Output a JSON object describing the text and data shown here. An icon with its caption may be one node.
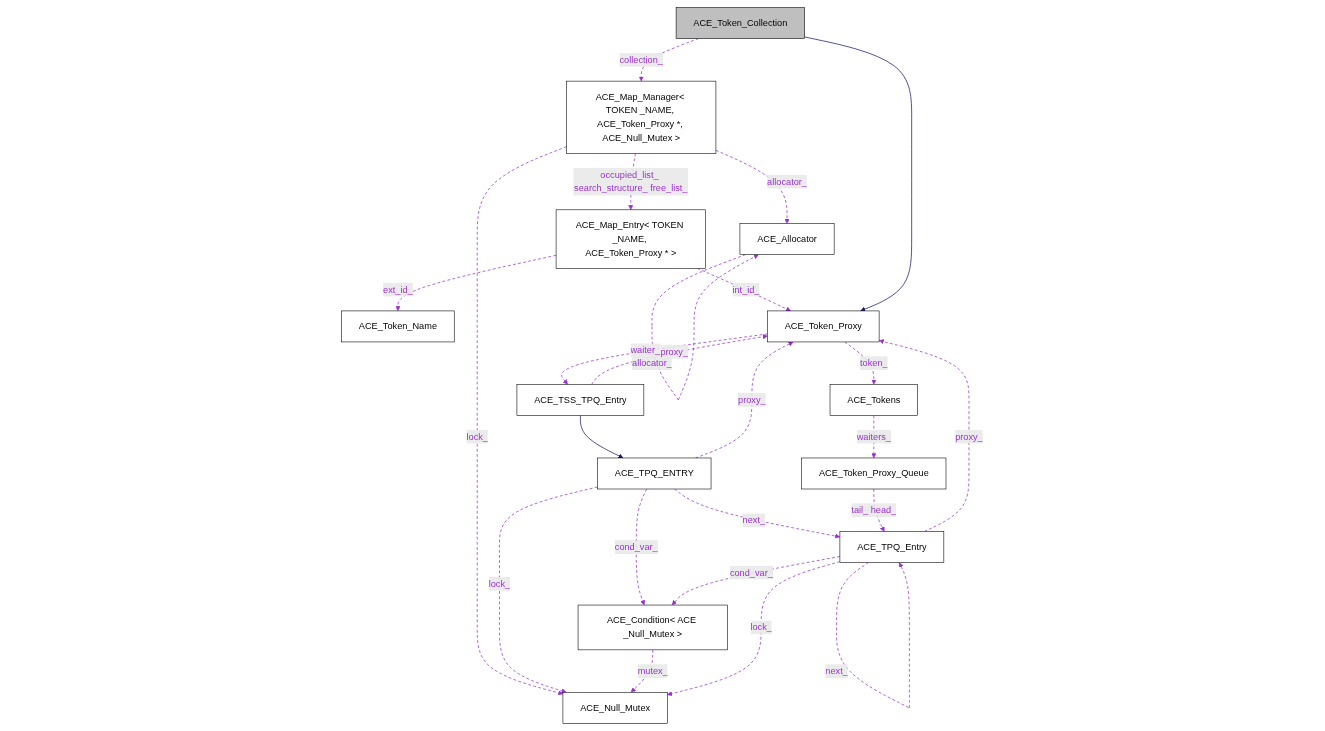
{
  "diagram": {
    "nodes": [
      {
        "text": [
          "ACE_Token_Name"
        ]
      },
      {
        "text": [
          "ACE_Map_Entry< TOKEN _NAME, ACE_Token_Proxy * >"
        ]
      },
      {
        "text": [
          "ACE_Allocator"
        ]
      },
      {
        "text": [
          "ACE_Map_Manager< TOKEN _NAME, ACE_Token_Proxy *, ACE_Null_Mutex >"
        ]
      },
      {
        "text": [
          "ACE_Token_Collection"
        ]
      },
      {
        "text": [
          "ACE_Token_Proxy"
        ]
      },
      {
        "text": [
          "ACE_TSS_TPQ_Entry"
        ]
      },
      {
        "text": [
          "ACE_Tokens"
        ]
      },
      {
        "text": [
          "ACE_Null_Mutex"
        ]
      },
      {
        "text": [
          "ACE_TPQ_ENTRY"
        ]
      },
      {
        "text": [
          "ACE_Condition< ACE _Null_Mutex >"
        ]
      },
      {
        "text": [
          "ACE_Token_Proxy_Queue"
        ]
      },
      {
        "text": [
          "ACE_TPQ_Entry"
        ]
      }
    ],
    "edges": [
      {
        "from": 3,
        "to": 8,
        "arrow": "to",
        "label": "lock_",
        "style": "dashed"
      },
      {
        "from": 1,
        "to": 0,
        "arrow": "to",
        "label": "ext_id_",
        "style": "dashed"
      },
      {
        "from": 3,
        "to": 1,
        "arrow": "to",
        "label": "occupied_list_ search_structure_ free_list_",
        "style": "dashed"
      },
      {
        "from": 1,
        "to": 5,
        "arrow": "to",
        "label": "int_id_",
        "style": "dashed"
      },
      {
        "from": 2,
        "to": 2,
        "arrow": "to",
        "label": "allocator_",
        "style": "dashed"
      },
      {
        "from": 3,
        "to": 2,
        "arrow": "to",
        "label": "allocator_",
        "style": "dashed"
      },
      {
        "from": 4,
        "to": 3,
        "arrow": "to",
        "label": "collection_",
        "style": "dashed"
      },
      {
        "from": 4,
        "to": 5,
        "arrow": "to",
        "color": "#191970"
      },
      {
        "from": 6,
        "to": 5,
        "arrow": "to",
        "label": "proxy_",
        "style": "dashed"
      },
      {
        "from": 5,
        "to": 6,
        "arrow": "to",
        "label": "waiter_",
        "style": "dashed"
      },
      {
        "from": 6,
        "to": 9,
        "arrow": "to",
        "color": "#191970"
      },
      {
        "from": 5,
        "to": 7,
        "arrow": "to",
        "label": "token_",
        "style": "dashed"
      },
      {
        "from": 9,
        "to": 5,
        "arrow": "to",
        "label": "proxy_",
        "style": "dashed"
      },
      {
        "from": 9,
        "to": 8,
        "arrow": "to",
        "label": "lock_",
        "style": "dashed"
      },
      {
        "from": 9,
        "to": 10,
        "arrow": "to",
        "label": "cond_var_",
        "style": "dashed"
      },
      {
        "from": 9,
        "to": 12,
        "arrow": "to",
        "label": "next_",
        "style": "dashed"
      },
      {
        "from": 10,
        "to": 8,
        "arrow": "to",
        "label": "mutex_",
        "style": "dashed"
      },
      {
        "from": 12,
        "to": 8,
        "arrow": "to",
        "label": "lock_",
        "style": "dashed"
      },
      {
        "from": 12,
        "to": 10,
        "arrow": "to",
        "label": "cond_var_",
        "style": "dashed"
      },
      {
        "from": 12,
        "to": 5,
        "arrow": "to",
        "label": "proxy_",
        "style": "dashed"
      },
      {
        "from": 12,
        "to": 12,
        "arrow": "to",
        "label": "next_",
        "style": "dashed"
      },
      {
        "from": 7,
        "to": 11,
        "arrow": "to",
        "label": "waiters_",
        "style": "dashed"
      },
      {
        "from": 11,
        "to": 12,
        "arrow": "to",
        "label": "tail_ head_",
        "style": "dashed"
      }
    ]
  }
}
